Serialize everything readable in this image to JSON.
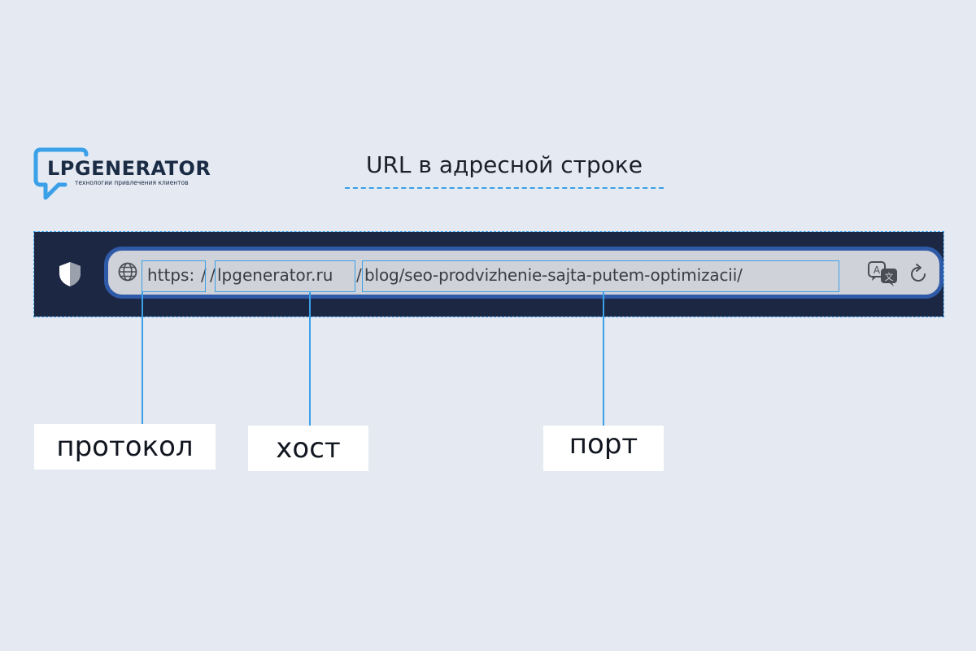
{
  "logo": {
    "name": "LPGENERATOR",
    "tagline": "технологии привлечения клиентов"
  },
  "heading": "URL в адресной строке",
  "address_bar": {
    "url_parts": {
      "protocol": "https:",
      "sep1": "/",
      "sep2": "/",
      "host": "lpgenerator.ru",
      "sep3": "/",
      "path": "blog/seo-prodvizhenie-sajta-putem-optimizacii/"
    },
    "icons": {
      "shield": "shield-icon",
      "globe": "globe-icon",
      "translate": "translate-icon",
      "reload": "reload-icon"
    }
  },
  "labels": {
    "protocol": "протокол",
    "host": "хост",
    "port": "порт"
  },
  "colors": {
    "background": "#e4e9f2",
    "bar": "#1c2743",
    "field": "#cfd2d9",
    "field_border": "#2f5aa8",
    "highlight": "#3aa0e8",
    "logo_bubble": "#3aa0e8",
    "text_dark": "#1a1f29"
  }
}
